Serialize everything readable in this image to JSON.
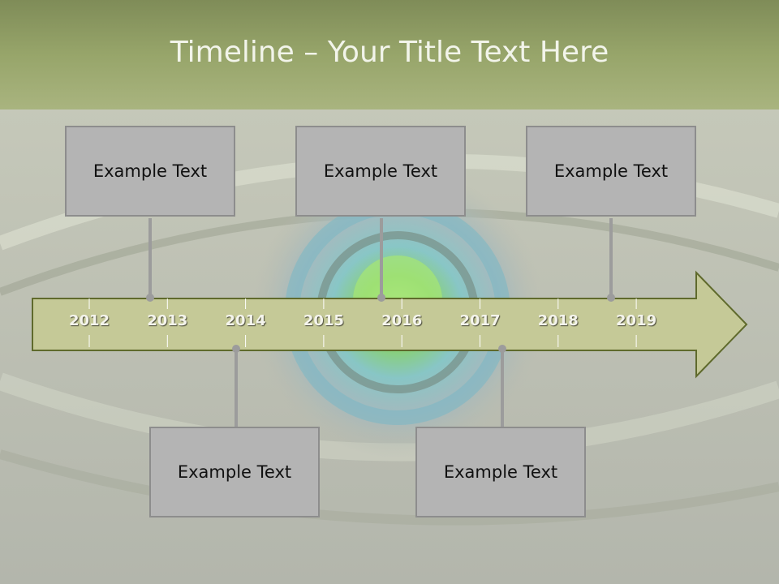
{
  "slide": {
    "title": "Timeline – Your Title Text Here"
  },
  "timeline": {
    "years": [
      "2012",
      "2013",
      "2014",
      "2015",
      "2016",
      "2017",
      "2018",
      "2019"
    ],
    "events_top": [
      {
        "label": "Example Text"
      },
      {
        "label": "Example Text"
      },
      {
        "label": "Example Text"
      }
    ],
    "events_bottom": [
      {
        "label": "Example Text"
      },
      {
        "label": "Example Text"
      }
    ]
  },
  "colors": {
    "title_band": "#8e9c62",
    "arrow_fill": "#c5c997",
    "arrow_stroke": "#5f6a2c",
    "box_fill": "#b4b4b4",
    "connector": "#9c9c9c"
  }
}
